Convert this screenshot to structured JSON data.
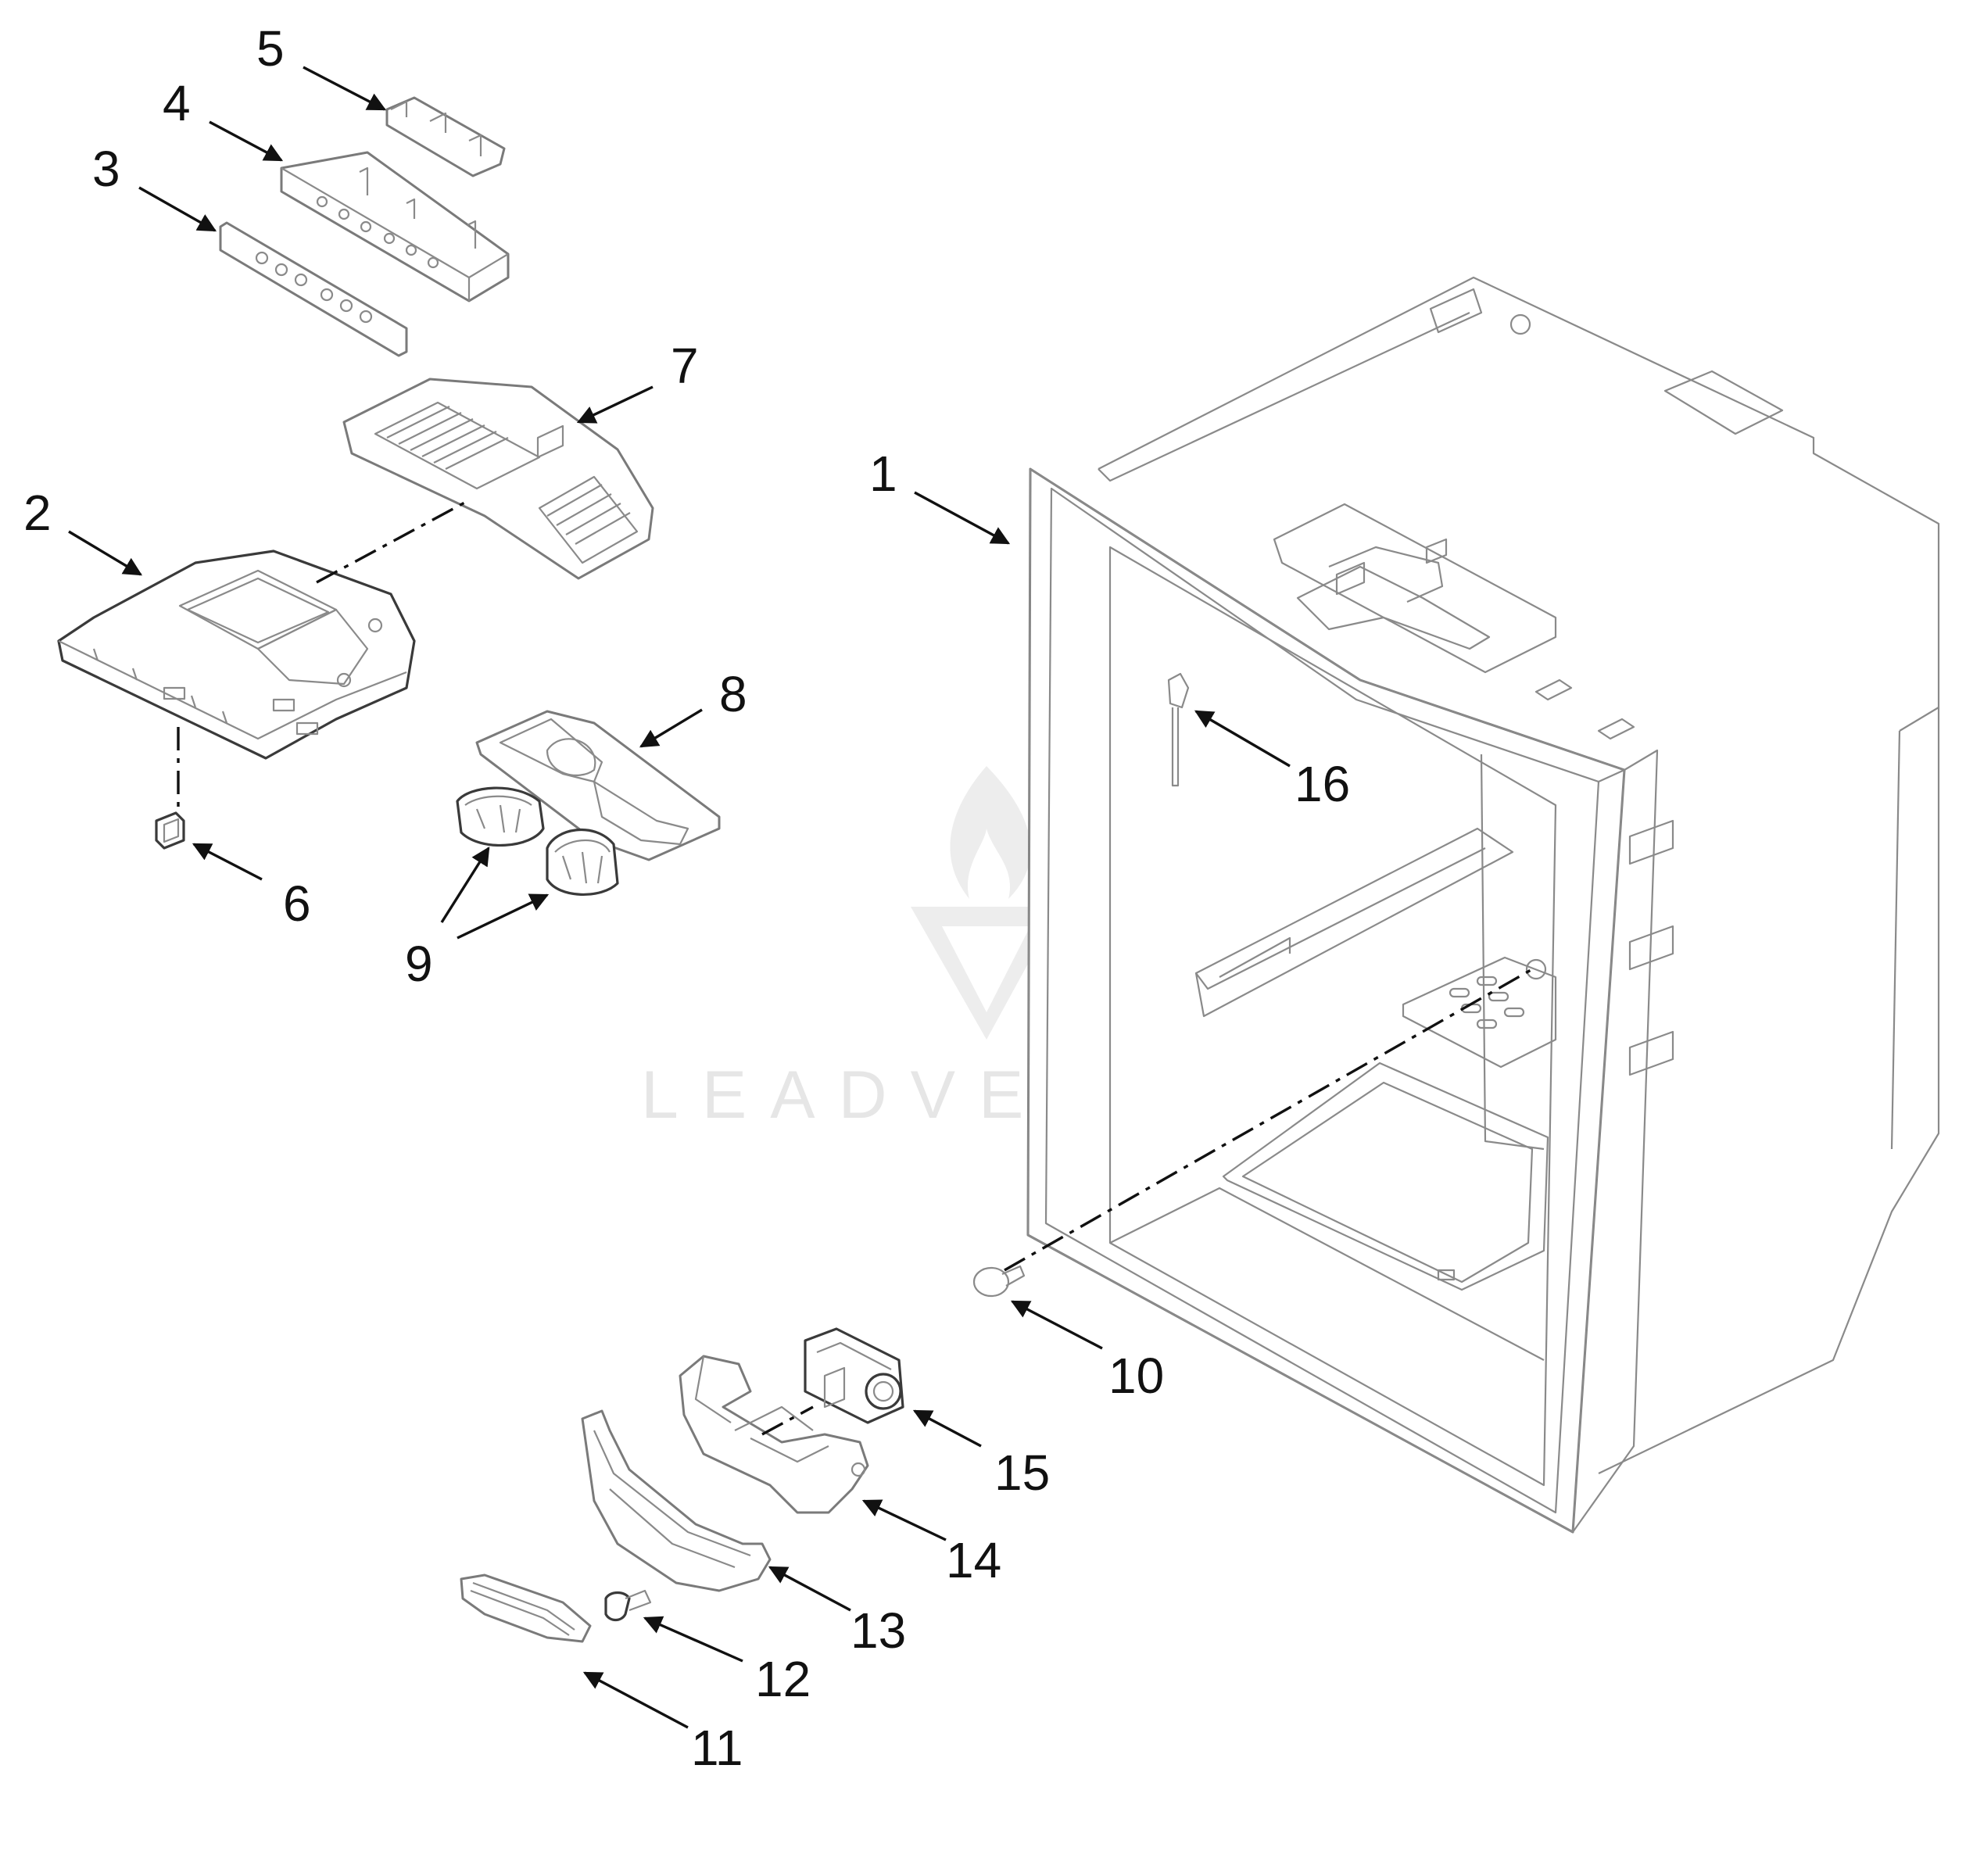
{
  "diagram": {
    "callouts": [
      {
        "id": "c1",
        "label": "1"
      },
      {
        "id": "c2",
        "label": "2"
      },
      {
        "id": "c3",
        "label": "3"
      },
      {
        "id": "c4",
        "label": "4"
      },
      {
        "id": "c5",
        "label": "5"
      },
      {
        "id": "c6",
        "label": "6"
      },
      {
        "id": "c7",
        "label": "7"
      },
      {
        "id": "c8",
        "label": "8"
      },
      {
        "id": "c9",
        "label": "9"
      },
      {
        "id": "c10",
        "label": "10"
      },
      {
        "id": "c11",
        "label": "11"
      },
      {
        "id": "c12",
        "label": "12"
      },
      {
        "id": "c13",
        "label": "13"
      },
      {
        "id": "c14",
        "label": "14"
      },
      {
        "id": "c15",
        "label": "15"
      },
      {
        "id": "c16",
        "label": "16"
      }
    ]
  },
  "watermark": {
    "text": "LEADVENTURE"
  },
  "colors": {
    "line_art": "#7a7a7a",
    "callout": "#111111",
    "watermark": "#e6e6e6",
    "background": "#ffffff"
  }
}
